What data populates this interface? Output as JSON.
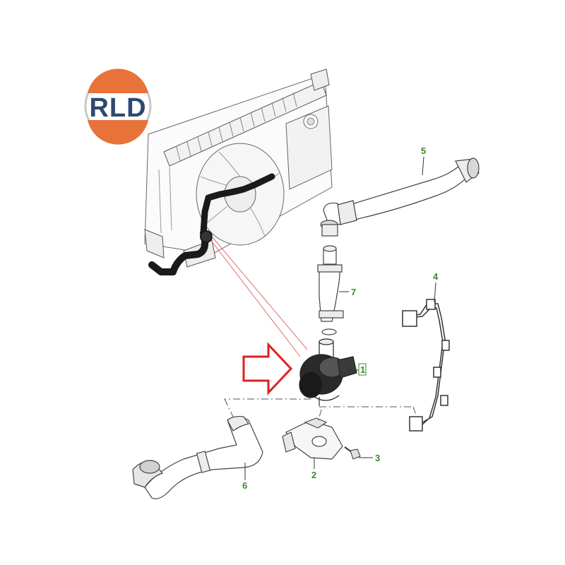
{
  "logo": {
    "text": "RLD",
    "colors": {
      "top": "#e8733a",
      "bottom": "#e8733a",
      "band": "#ffffff",
      "text": "#2c4a6e",
      "ring": "#c9c9c9"
    }
  },
  "colors": {
    "callout": "#3d8a2a",
    "arrow": "#e02020",
    "leader": "#e07070",
    "line": "#333333",
    "hose": "#1a1a1a"
  },
  "callouts": {
    "pump": "1",
    "bracket": "2",
    "bolt": "3",
    "harness": "4",
    "upper_hose": "5",
    "lower_hose": "6",
    "connector_hose": "7"
  }
}
